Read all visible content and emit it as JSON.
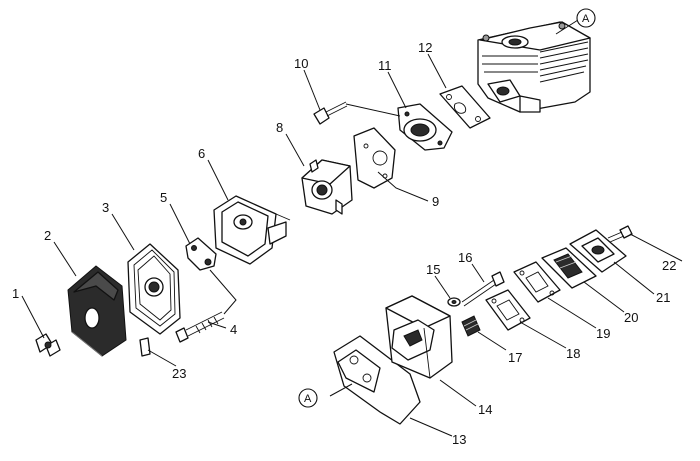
{
  "diagram": {
    "callouts": [
      {
        "id": "c1",
        "label": "1"
      },
      {
        "id": "c2",
        "label": "2"
      },
      {
        "id": "c3",
        "label": "3"
      },
      {
        "id": "c4",
        "label": "4"
      },
      {
        "id": "c5",
        "label": "5"
      },
      {
        "id": "c6",
        "label": "6"
      },
      {
        "id": "c8",
        "label": "8"
      },
      {
        "id": "c9",
        "label": "9"
      },
      {
        "id": "c10",
        "label": "10"
      },
      {
        "id": "c11",
        "label": "11"
      },
      {
        "id": "c12",
        "label": "12"
      },
      {
        "id": "c13",
        "label": "13"
      },
      {
        "id": "c14",
        "label": "14"
      },
      {
        "id": "c15",
        "label": "15"
      },
      {
        "id": "c16",
        "label": "16"
      },
      {
        "id": "c17",
        "label": "17"
      },
      {
        "id": "c18",
        "label": "18"
      },
      {
        "id": "c19",
        "label": "19"
      },
      {
        "id": "c20",
        "label": "20"
      },
      {
        "id": "c21",
        "label": "21"
      },
      {
        "id": "c22",
        "label": "22"
      },
      {
        "id": "c23",
        "label": "23"
      }
    ],
    "reference_markers": [
      {
        "id": "refTop",
        "label": "A"
      },
      {
        "id": "refBottom",
        "label": "A"
      }
    ]
  }
}
